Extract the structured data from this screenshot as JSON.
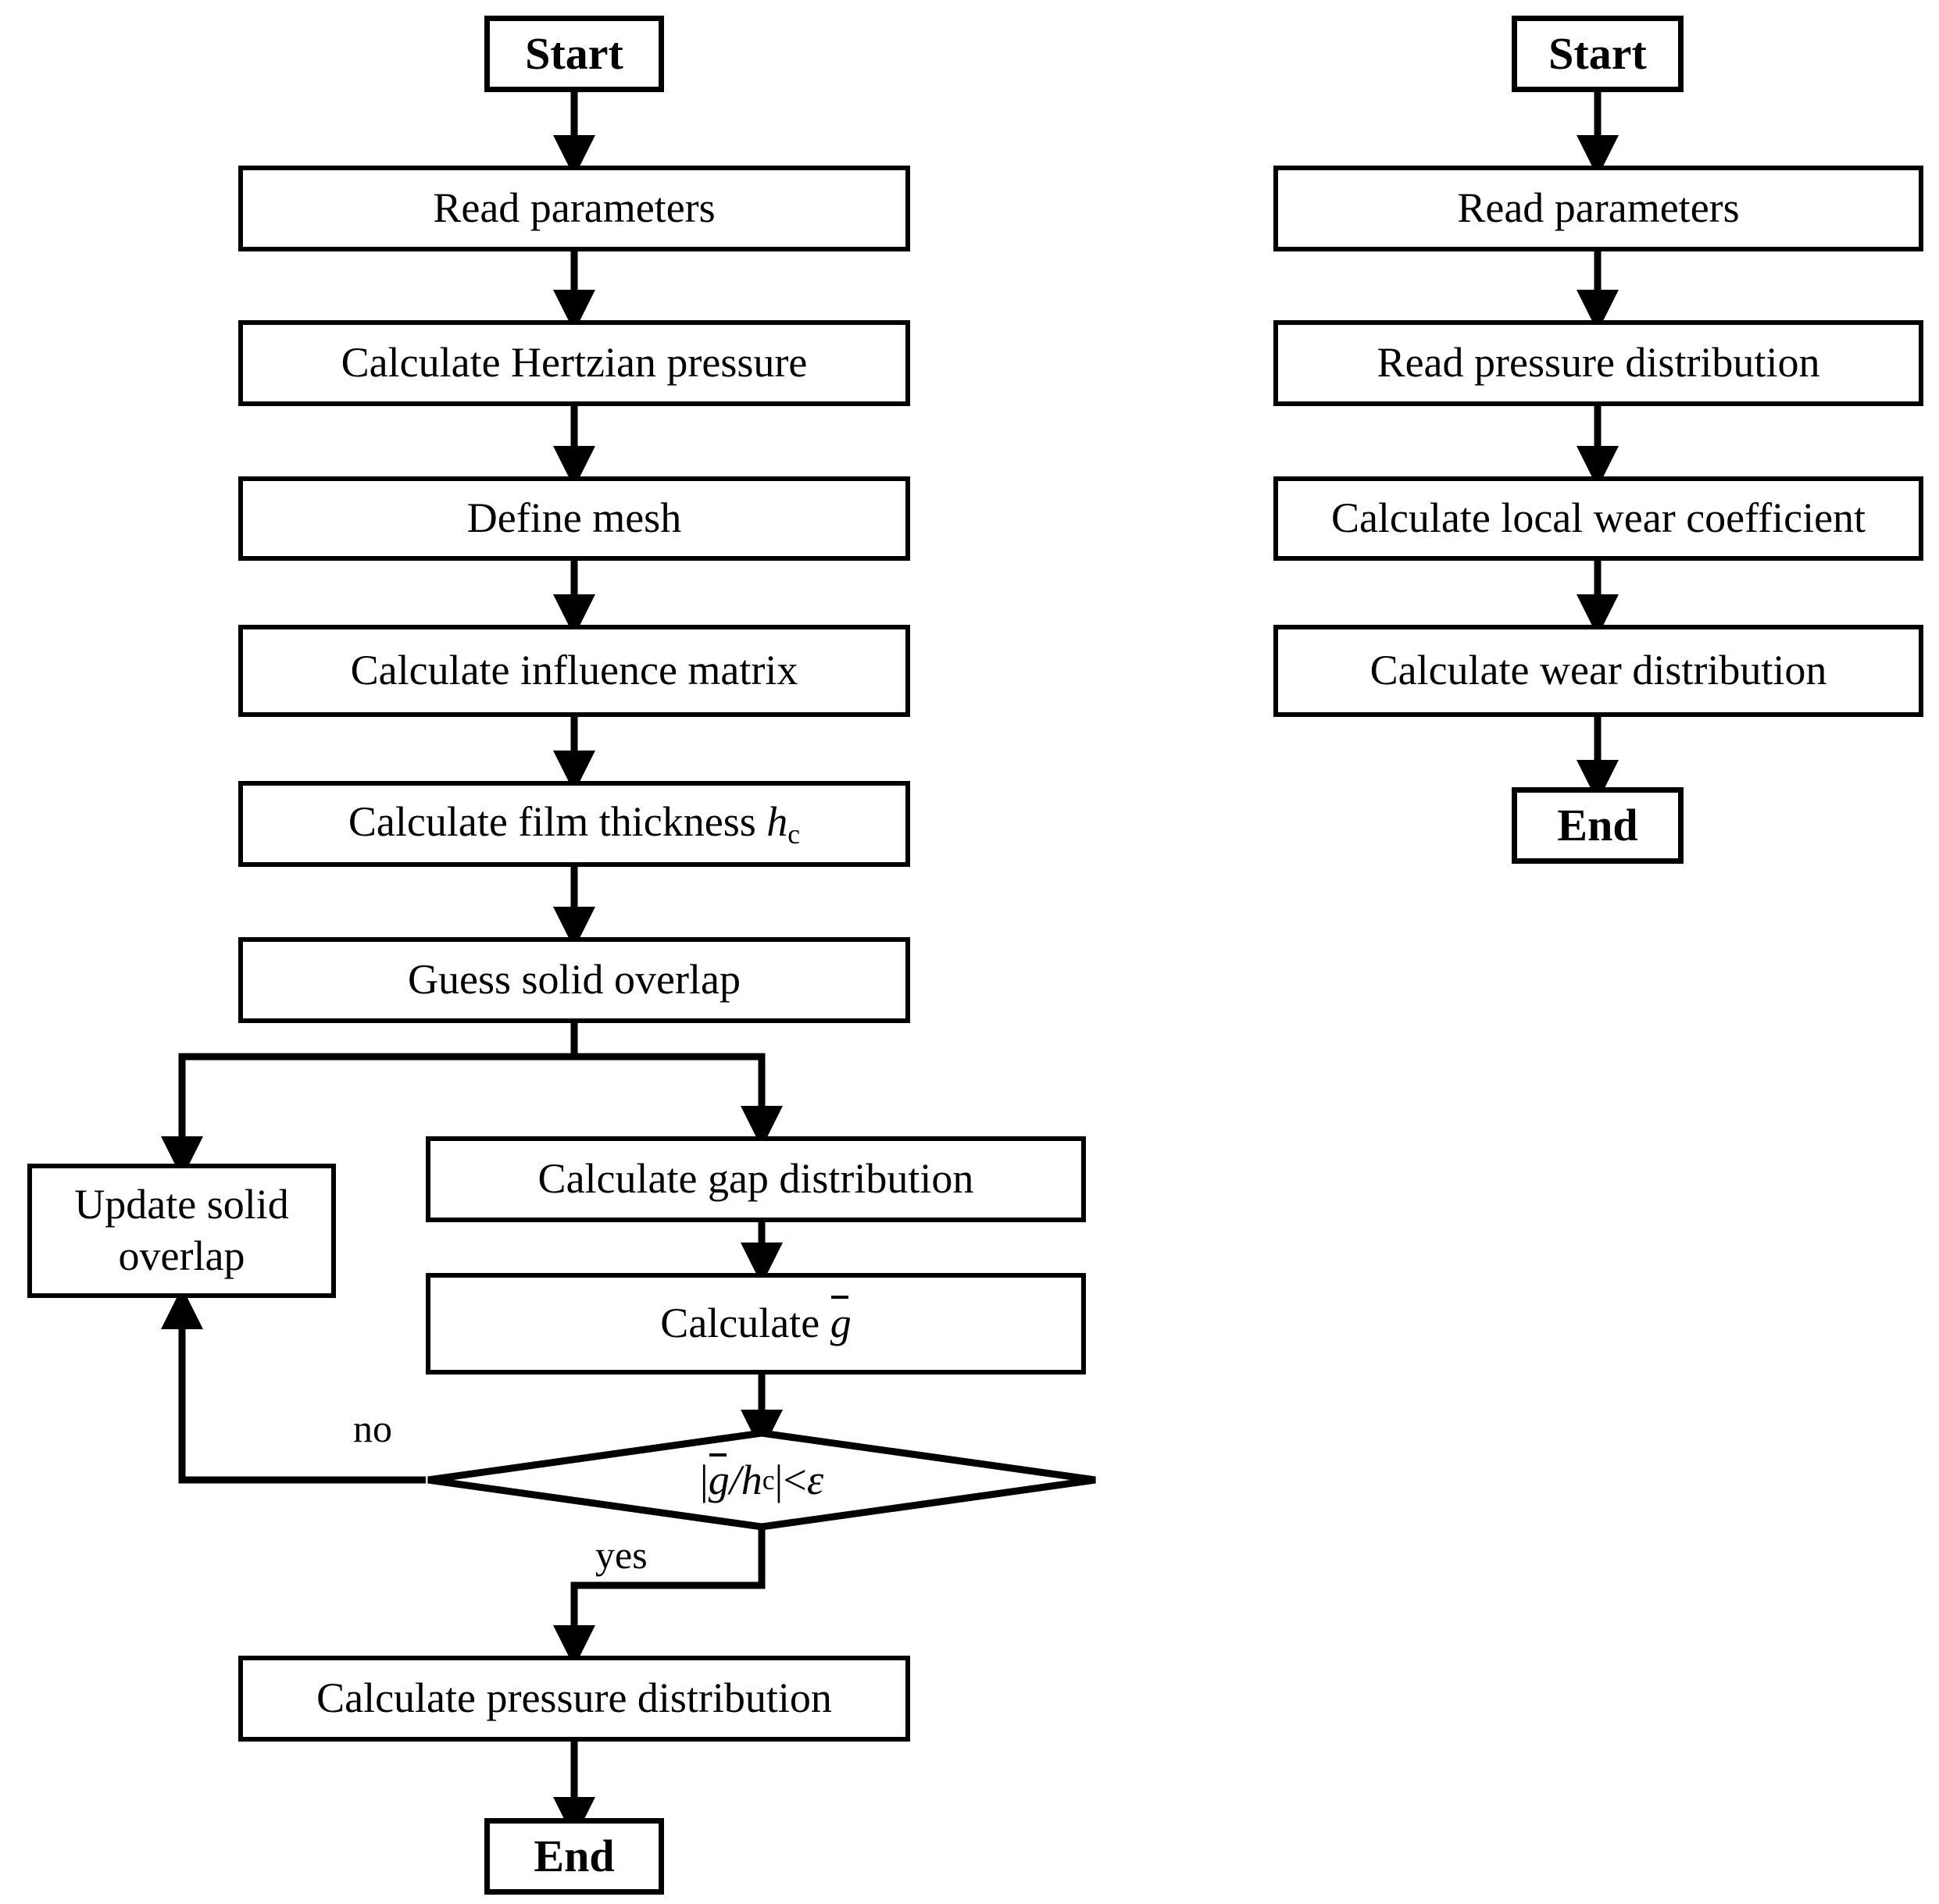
{
  "diagram": {
    "type": "flowchart",
    "title": "",
    "orientation": "two parallel vertical flowcharts",
    "columns": [
      {
        "id": "left-flowchart",
        "name": "contact-pressure-solver",
        "nodes": [
          {
            "id": "l-start",
            "shape": "terminator",
            "label": "Start"
          },
          {
            "id": "l-read",
            "shape": "process",
            "label": "Read parameters"
          },
          {
            "id": "l-hertz",
            "shape": "process",
            "label": "Calculate Hertzian pressure"
          },
          {
            "id": "l-mesh",
            "shape": "process",
            "label": "Define mesh"
          },
          {
            "id": "l-infl",
            "shape": "process",
            "label": "Calculate influence matrix"
          },
          {
            "id": "l-film",
            "shape": "process",
            "label": "Calculate film thickness h_c",
            "label_html": "Calculate film thickness <span class=\"mathi\">h</span><span class=\"sub\">c</span>"
          },
          {
            "id": "l-guess",
            "shape": "process",
            "label": "Guess solid overlap"
          },
          {
            "id": "l-update",
            "shape": "process",
            "label": "Update solid overlap",
            "label_html": "Update solid<br>overlap"
          },
          {
            "id": "l-gap",
            "shape": "process",
            "label": "Calculate gap distribution"
          },
          {
            "id": "l-gbar",
            "shape": "process",
            "label": "Calculate ḡ",
            "label_html": "Calculate <span class=\"ovb\">g</span>"
          },
          {
            "id": "l-decision",
            "shape": "decision",
            "label": "|ḡ/h_c| < ε",
            "label_html": "<span class=\"bars\">|</span><span class=\"ovb\">g</span><span class=\"mathi\">/h</span><span class=\"sub\">c</span><span class=\"bars\">|</span> &lt; <span class=\"mathi\">ε</span>"
          },
          {
            "id": "l-press",
            "shape": "process",
            "label": "Calculate pressure distribution"
          },
          {
            "id": "l-end",
            "shape": "terminator",
            "label": "End"
          }
        ],
        "edge_labels": {
          "no": "no",
          "yes": "yes"
        }
      },
      {
        "id": "right-flowchart",
        "name": "wear-calculation",
        "nodes": [
          {
            "id": "r-start",
            "shape": "terminator",
            "label": "Start"
          },
          {
            "id": "r-read",
            "shape": "process",
            "label": "Read parameters"
          },
          {
            "id": "r-press",
            "shape": "process",
            "label": "Read pressure distribution"
          },
          {
            "id": "r-coef",
            "shape": "process",
            "label": "Calculate local wear coefficient"
          },
          {
            "id": "r-wear",
            "shape": "process",
            "label": "Calculate wear distribution"
          },
          {
            "id": "r-end",
            "shape": "terminator",
            "label": "End"
          }
        ],
        "edge_labels": {}
      }
    ],
    "colors": {
      "stroke": "#000000",
      "fill": "#ffffff",
      "text": "#000000"
    }
  }
}
